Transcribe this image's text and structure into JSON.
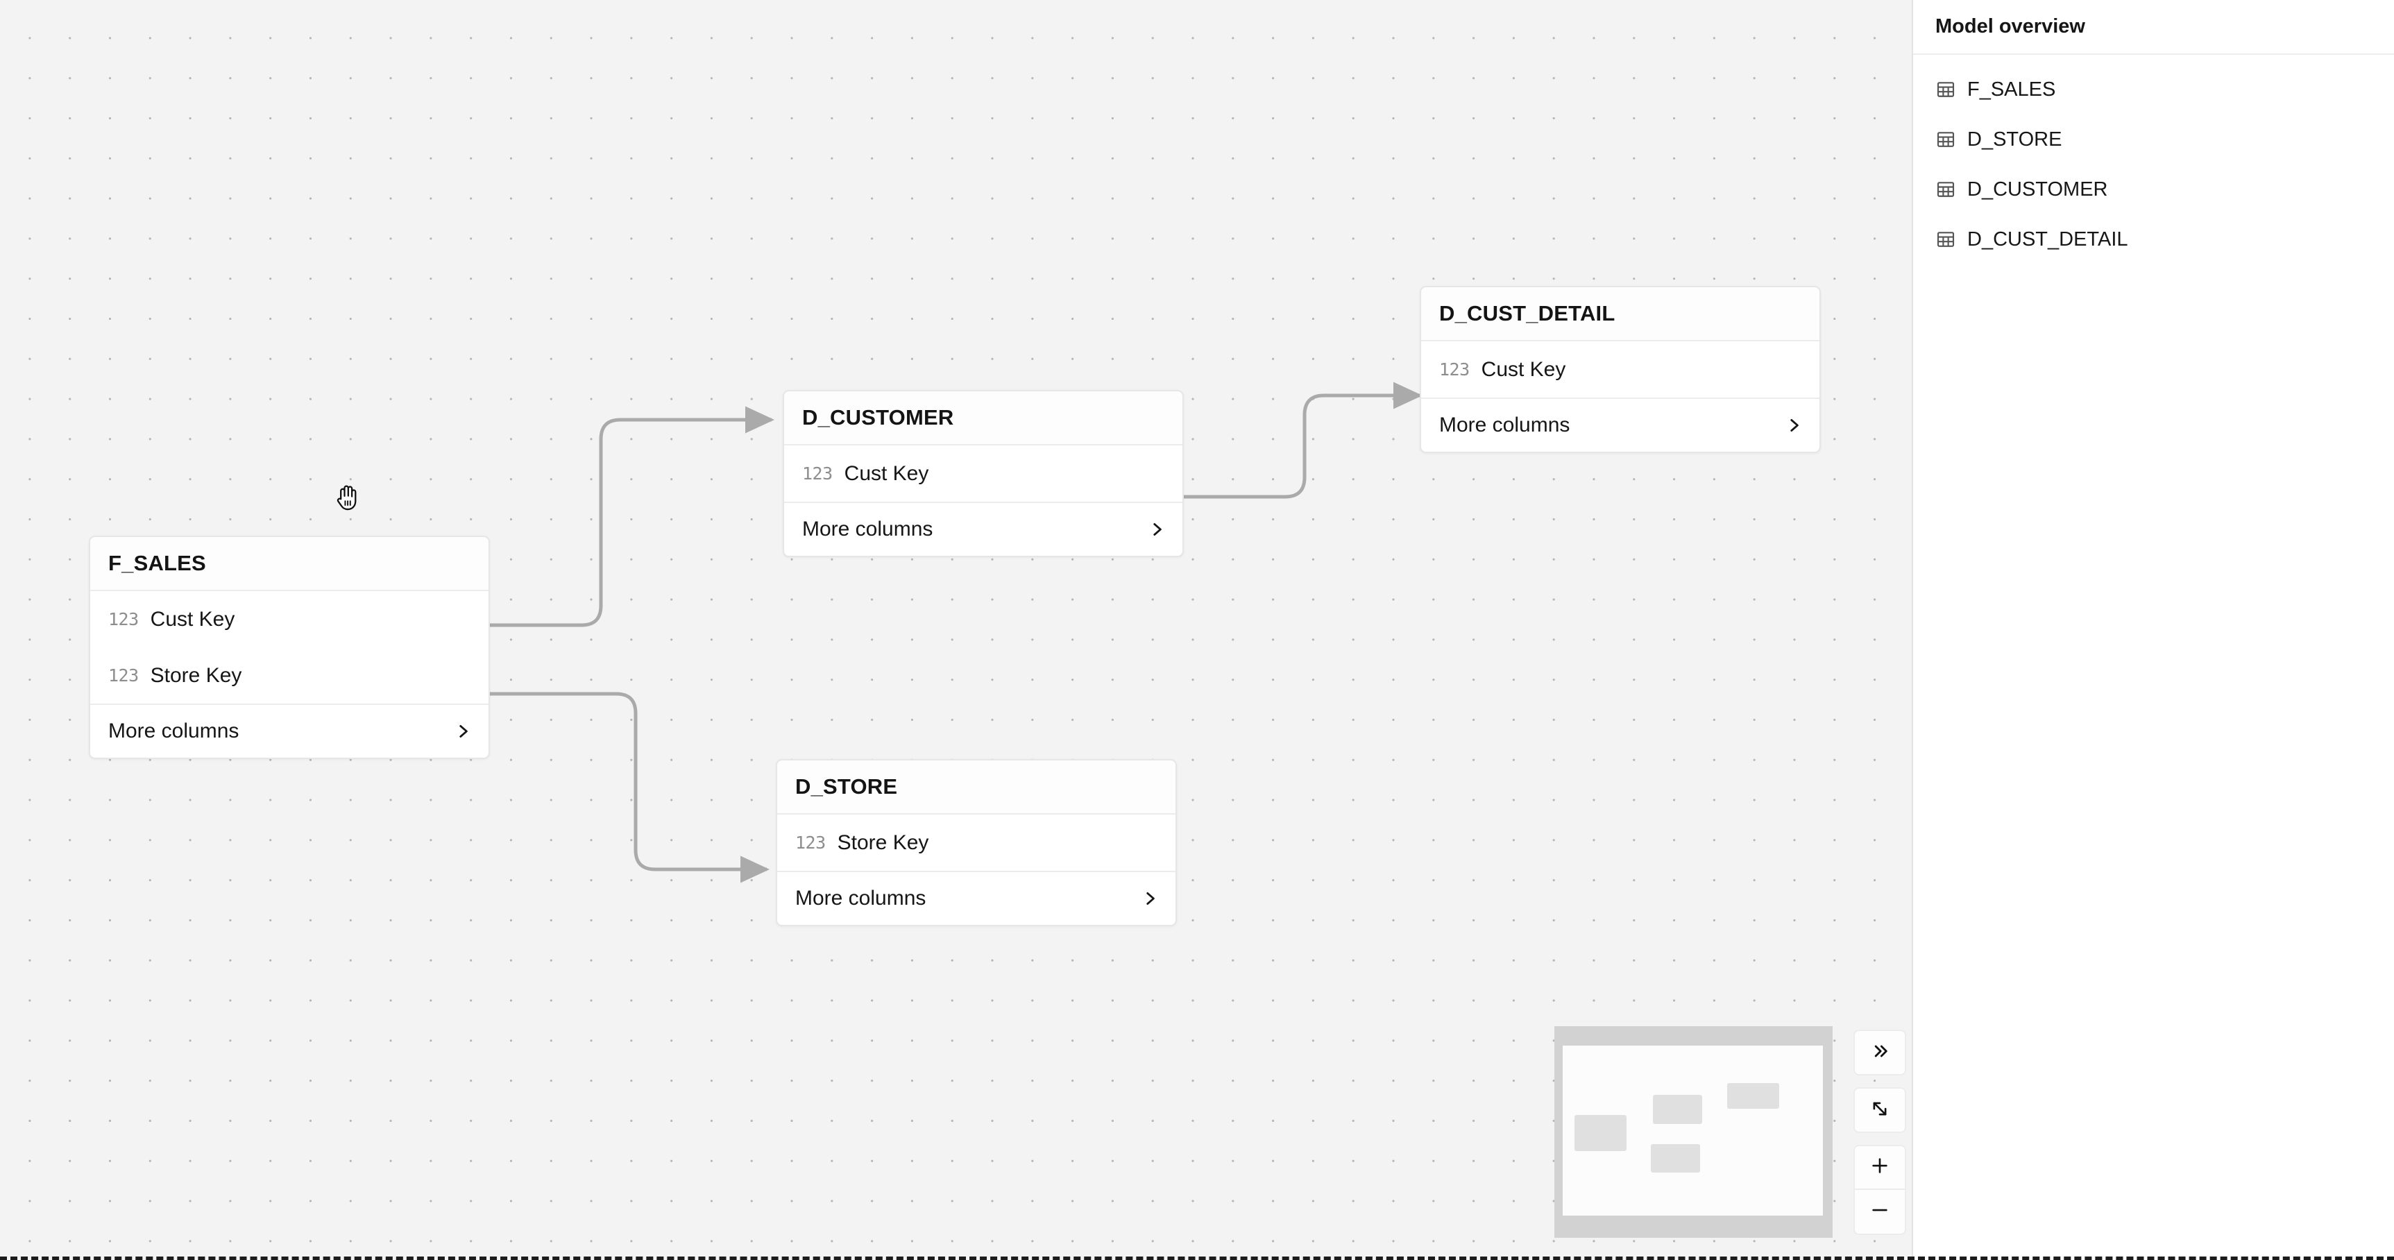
{
  "canvas": {
    "cursor": "grab-hand-cursor",
    "background": "#f3f3f3",
    "grid": "dot-grid"
  },
  "nodes": [
    {
      "id": "f-sales",
      "title": "F_SALES",
      "columns": [
        {
          "type": "123",
          "name": "Cust Key"
        },
        {
          "type": "123",
          "name": "Store Key"
        }
      ],
      "more_label": "More columns"
    },
    {
      "id": "d-customer",
      "title": "D_CUSTOMER",
      "columns": [
        {
          "type": "123",
          "name": "Cust Key"
        }
      ],
      "more_label": "More columns"
    },
    {
      "id": "d-store",
      "title": "D_STORE",
      "columns": [
        {
          "type": "123",
          "name": "Store Key"
        }
      ],
      "more_label": "More columns"
    },
    {
      "id": "d-cust-detail",
      "title": "D_CUST_DETAIL",
      "columns": [
        {
          "type": "123",
          "name": "Cust Key"
        }
      ],
      "more_label": "More columns"
    }
  ],
  "edges": [
    {
      "from": "f-sales.Cust Key",
      "to": "d-customer.Cust Key"
    },
    {
      "from": "f-sales.Store Key",
      "to": "d-store.Store Key"
    },
    {
      "from": "d-customer.Cust Key",
      "to": "d-cust-detail.Cust Key"
    }
  ],
  "controls": {
    "collapse_label": "»",
    "fit_label": "fit-to-screen-icon",
    "zoom_in_label": "+",
    "zoom_out_label": "−"
  },
  "minimap": {
    "name": "canvas-minimap",
    "node_count": 4
  },
  "sidebar": {
    "title": "Model overview",
    "items": [
      {
        "icon": "table-icon",
        "label": "F_SALES"
      },
      {
        "icon": "table-icon",
        "label": "D_STORE"
      },
      {
        "icon": "table-icon",
        "label": "D_CUSTOMER"
      },
      {
        "icon": "table-icon",
        "label": "D_CUST_DETAIL"
      }
    ]
  },
  "colors": {
    "canvas_bg": "#f3f3f3",
    "node_bg": "#ffffff",
    "border": "#e6e6e6",
    "edge": "#aaaaaa",
    "text": "#161616"
  }
}
